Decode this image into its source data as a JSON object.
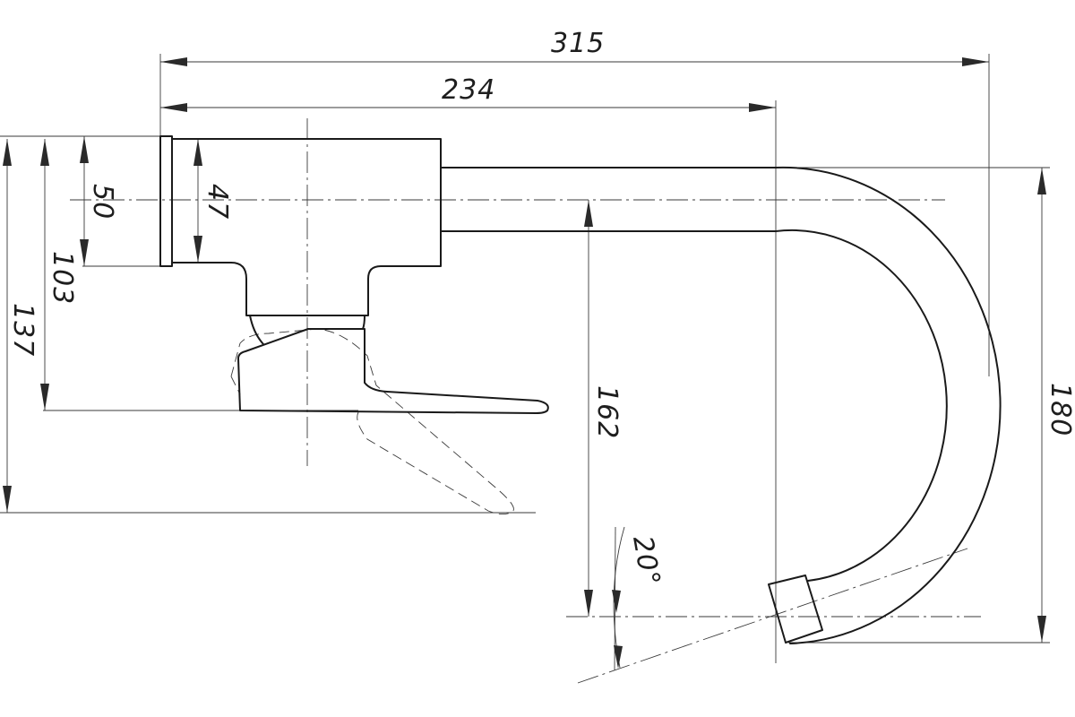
{
  "drawing": {
    "dimensions": {
      "overall_length": "315",
      "spout_reach": "234",
      "body_height": "50",
      "connector_height": "47",
      "center_to_lever_bottom": "103",
      "total_height_lever_raised": "137",
      "spout_center_to_outlet": "162",
      "spout_total_height": "180",
      "outlet_angle": "20°"
    }
  }
}
